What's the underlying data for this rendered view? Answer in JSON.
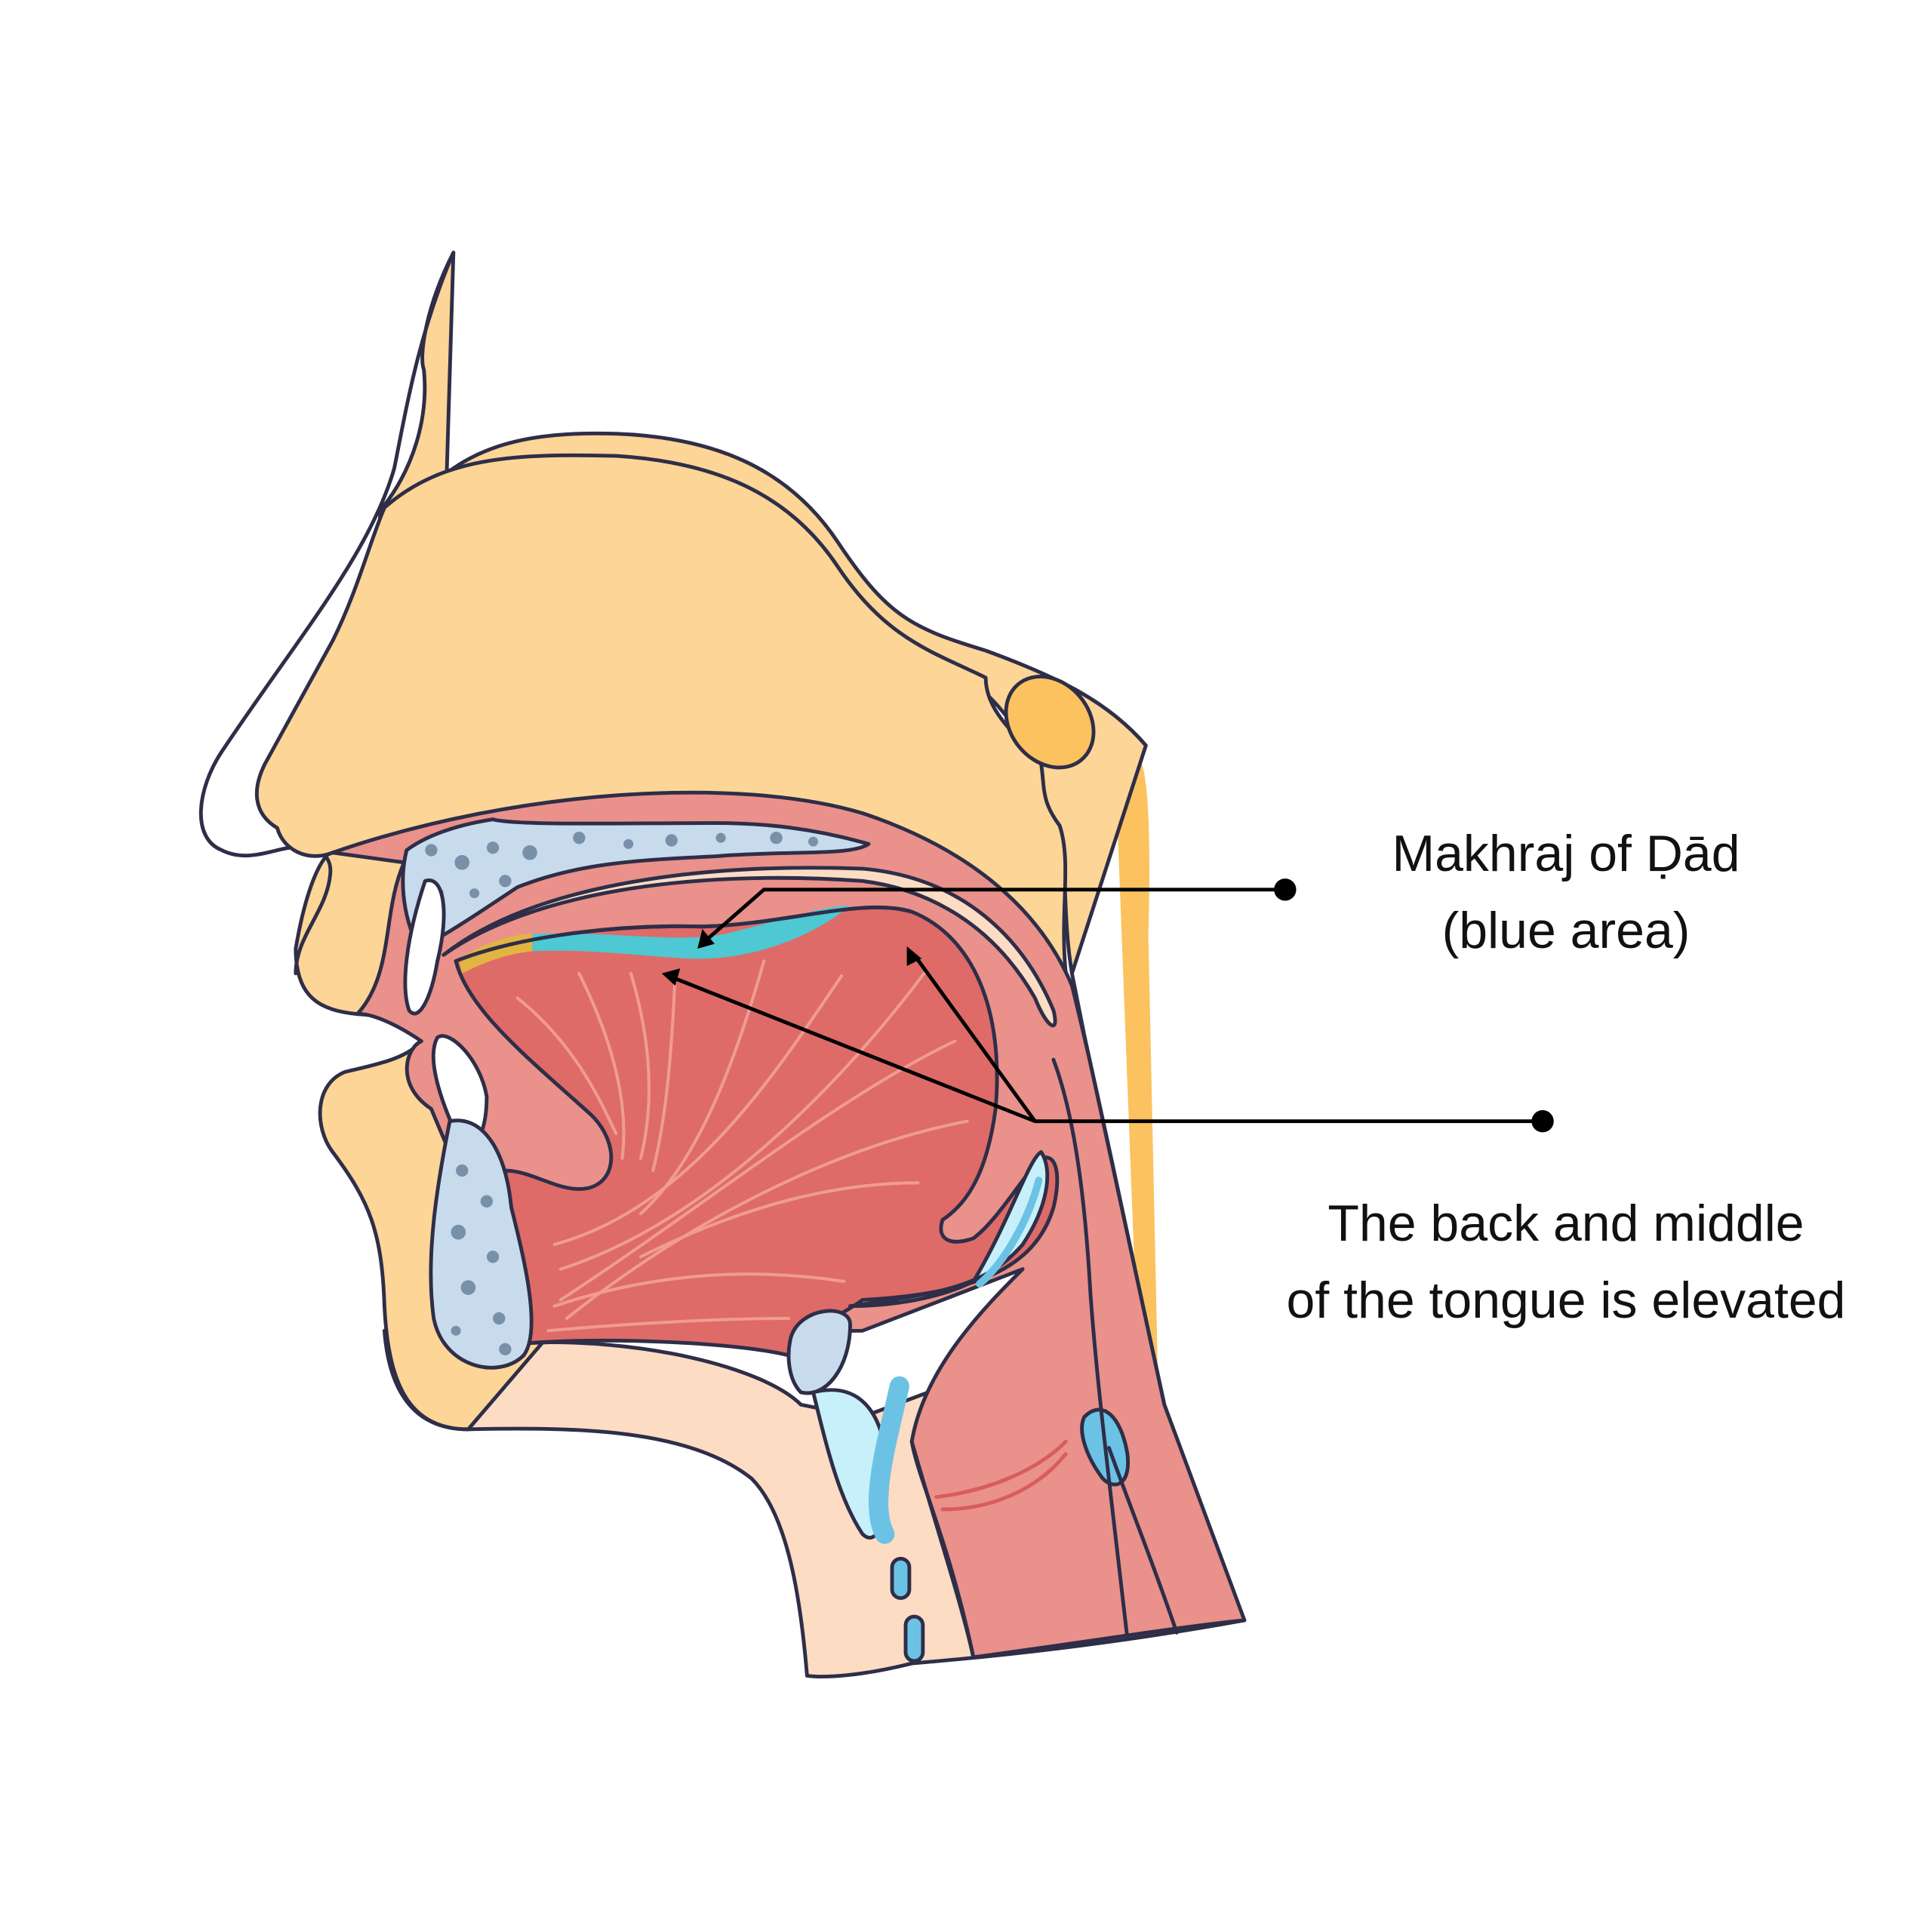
{
  "labels": {
    "makhraj": {
      "line1": "Makhraj of Ḍād",
      "line2": "(blue area)"
    },
    "tongue": {
      "line1": "The back and middle",
      "line2": "of the tongue is elevated"
    }
  },
  "colors": {
    "skin": "#fcd597",
    "skin_light": "#fddcc4",
    "cavity": "#e9918a",
    "tongue": "#de6b67",
    "bone": "#c8dbec",
    "makhraj_blue": "#4ec8d2",
    "outline": "#2e2e48"
  }
}
